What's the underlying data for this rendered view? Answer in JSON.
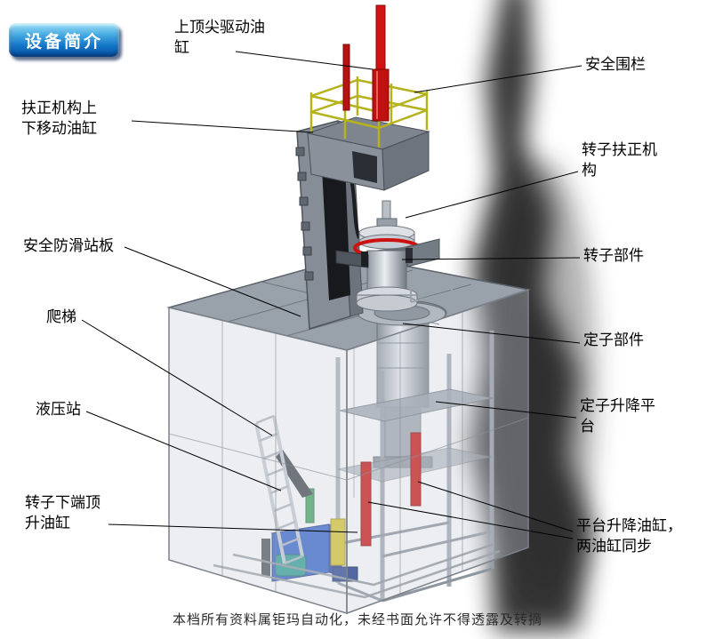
{
  "badge": {
    "label": "设备简介"
  },
  "callouts": [
    {
      "id": "top-spindle-cylinder",
      "text": "上顶尖驱动油\n缸"
    },
    {
      "id": "safety-fence",
      "text": "安全围栏"
    },
    {
      "id": "centering-mechanism-cylinder",
      "text": "扶正机构上\n下移动油缸"
    },
    {
      "id": "rotor-centering-mechanism",
      "text": "转子扶正机\n构"
    },
    {
      "id": "anti-slip-platform",
      "text": "安全防滑站板"
    },
    {
      "id": "rotor-component",
      "text": "转子部件"
    },
    {
      "id": "ladder",
      "text": "爬梯"
    },
    {
      "id": "stator-component",
      "text": "定子部件"
    },
    {
      "id": "hydraulic-station",
      "text": "液压站"
    },
    {
      "id": "stator-lift-platform",
      "text": "定子升降平\n台"
    },
    {
      "id": "rotor-bottom-jack-cylinder",
      "text": "转子下端顶\n升油缸"
    },
    {
      "id": "platform-lift-cylinders",
      "text": "平台升降油缸，\n两油缸同步"
    }
  ],
  "footer": {
    "text": "本档所有资料属钜玛自动化，未经书面允许不得透露及转摘"
  },
  "colors": {
    "badge_gradient_top": "#9fe2f6",
    "badge_gradient_bottom": "#0a55a8",
    "cylinder_red": "#cf1410",
    "fence_yellow": "#b5b21c",
    "hydraulic_blue": "#1e52c8",
    "structure_gray": "#99a1ab"
  }
}
